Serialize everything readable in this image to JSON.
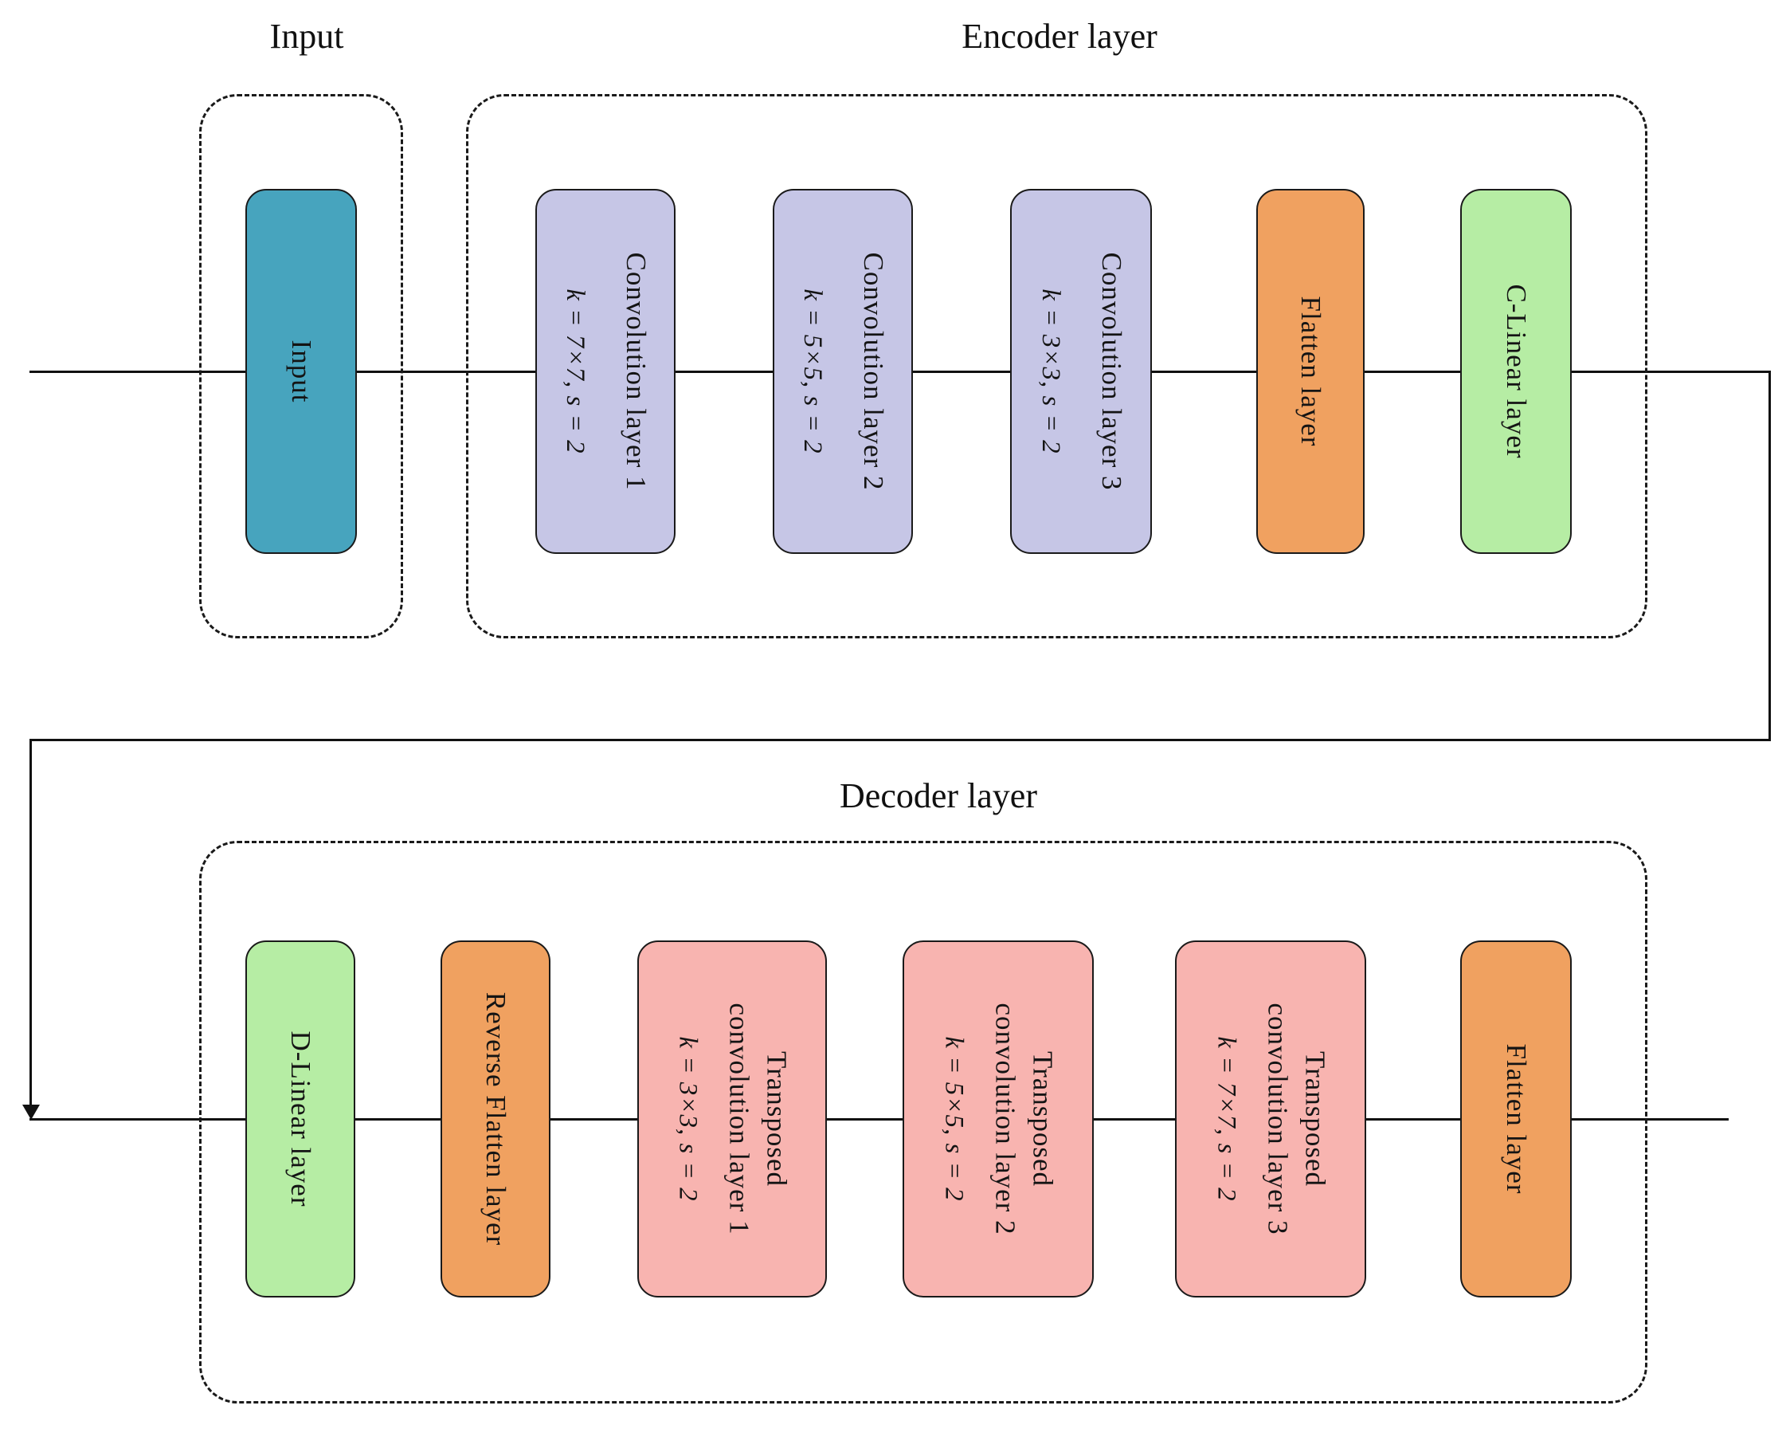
{
  "titles": {
    "input_group": "Input",
    "encoder_group": "Encoder layer",
    "decoder_group": "Decoder layer"
  },
  "colors": {
    "input": "#47A4BE",
    "conv": "#C6C6E6",
    "flatten": "#F0A160",
    "linear": "#B6EDA4",
    "transposed": "#F8B4B0"
  },
  "input_block": {
    "label": "Input"
  },
  "encoder_blocks": [
    {
      "label": "Convolution layer 1",
      "param": "k = 7×7, s = 2"
    },
    {
      "label": "Convolution layer 2",
      "param": "k = 5×5, s = 2"
    },
    {
      "label": "Convolution layer 3",
      "param": "k = 3×3, s = 2"
    },
    {
      "label": "Flatten layer"
    },
    {
      "label": "C-Linear layer"
    }
  ],
  "decoder_blocks": [
    {
      "label": "D-Linear layer"
    },
    {
      "label": "Reverse Flatten layer"
    },
    {
      "label_line1": "Transposed",
      "label_line2": "convolution layer 1",
      "param": "k = 3×3, s = 2"
    },
    {
      "label_line1": "Transposed",
      "label_line2": "convolution layer 2",
      "param": "k = 5×5, s = 2"
    },
    {
      "label_line1": "Transposed",
      "label_line2": "convolution layer 3",
      "param": "k = 7×7, s = 2"
    },
    {
      "label": "Flatten layer"
    }
  ]
}
